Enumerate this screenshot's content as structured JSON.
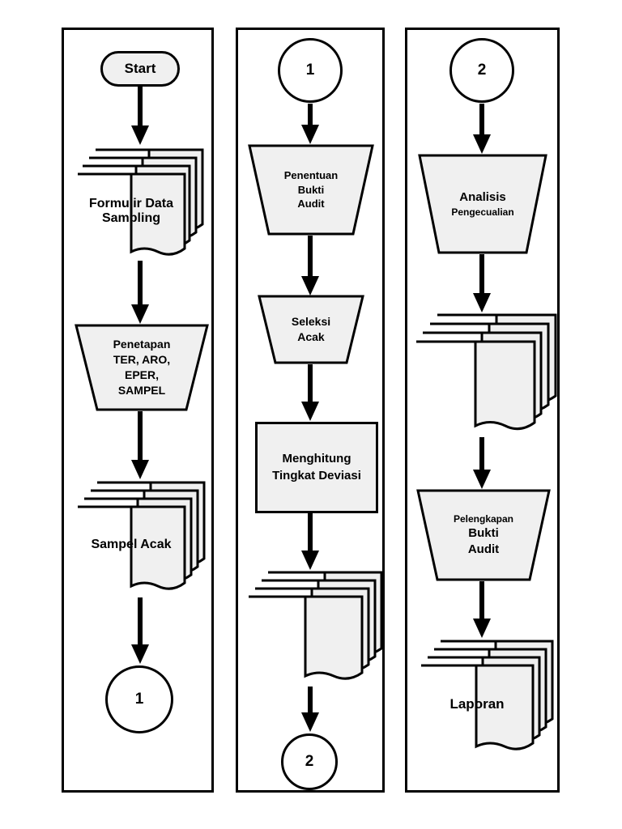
{
  "diagram": {
    "title": "Audit Sampling Flowchart",
    "colors": {
      "shape_fill": "#f0f0f0",
      "stroke": "#000000",
      "background": "#ffffff"
    },
    "columns": [
      {
        "id": "column-1",
        "nodes": [
          {
            "id": "start",
            "type": "terminator",
            "label": "Start"
          },
          {
            "id": "formulir",
            "type": "multidocument",
            "label": "Formulir Data\nSampling"
          },
          {
            "id": "penetapan",
            "type": "manual-operation",
            "label": "Penetapan\nTER, ARO,\nEPER,\nSAMPEL"
          },
          {
            "id": "sampel-acak",
            "type": "multidocument",
            "label": "Sampel Acak"
          },
          {
            "id": "connector-out-1",
            "type": "connector",
            "label": "1"
          }
        ]
      },
      {
        "id": "column-2",
        "nodes": [
          {
            "id": "connector-in-1",
            "type": "connector",
            "label": "1"
          },
          {
            "id": "penentuan-bukti",
            "type": "manual-operation",
            "label": "Penentuan\nBukti\nAudit"
          },
          {
            "id": "seleksi-acak",
            "type": "manual-operation",
            "label": "Seleksi\nAcak"
          },
          {
            "id": "menghitung",
            "type": "process",
            "label": "Menghitung\nTingkat Deviasi"
          },
          {
            "id": "dokumen-deviasi",
            "type": "multidocument",
            "label": ""
          },
          {
            "id": "connector-out-2",
            "type": "connector",
            "label": "2"
          }
        ]
      },
      {
        "id": "column-3",
        "nodes": [
          {
            "id": "connector-in-2",
            "type": "connector",
            "label": "2"
          },
          {
            "id": "analisis",
            "type": "manual-operation",
            "label_main": "Analisis",
            "label_sub": "Pengecualian"
          },
          {
            "id": "dokumen-analisis",
            "type": "multidocument",
            "label": ""
          },
          {
            "id": "pelengkapan",
            "type": "manual-operation",
            "label_sub": "Pelengkapan",
            "label_main": "Bukti\nAudit"
          },
          {
            "id": "laporan",
            "type": "multidocument",
            "label": "Laporan"
          }
        ]
      }
    ]
  }
}
